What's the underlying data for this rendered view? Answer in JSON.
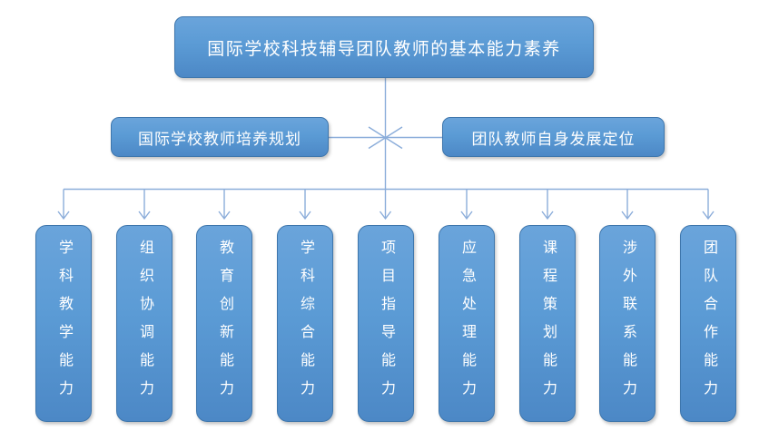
{
  "diagram": {
    "title": "国际学校科技辅导团队教师的基本能力素养",
    "branches": {
      "left": "国际学校教师培养规划",
      "right": "团队教师自身发展定位"
    },
    "abilities": [
      "学科教学能力",
      "组织协调能力",
      "教育创新能力",
      "学科综合能力",
      "项目指导能力",
      "应急处理能力",
      "课程策划能力",
      "涉外联系能力",
      "团队合作能力"
    ]
  },
  "colors": {
    "node_fill_top": "#6aa4db",
    "node_fill_bottom": "#4c88c6",
    "node_fill_mid": "#5b9bd5",
    "node_border": "#3e76ac",
    "connector": "#8badda",
    "node_text": "#ffffff",
    "page_bg": "#ffffff"
  }
}
